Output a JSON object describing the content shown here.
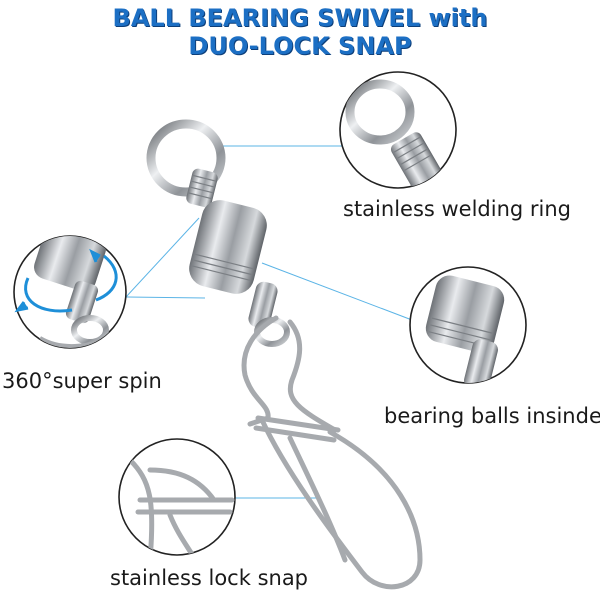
{
  "title": {
    "line1": "BALL BEARING SWIVEL with",
    "line2": "DUO-LOCK SNAP"
  },
  "labels": {
    "welding_ring": "stainless welding ring",
    "spin": "360°super spin",
    "bearing_balls": "bearing balls insinde",
    "lock_snap": "stainless lock snap"
  },
  "colors": {
    "title": "#1c6fc4",
    "callout_line": "#5bb4e6",
    "spin_arrow": "#1e8fd8",
    "metal": "#b9bcc0"
  }
}
